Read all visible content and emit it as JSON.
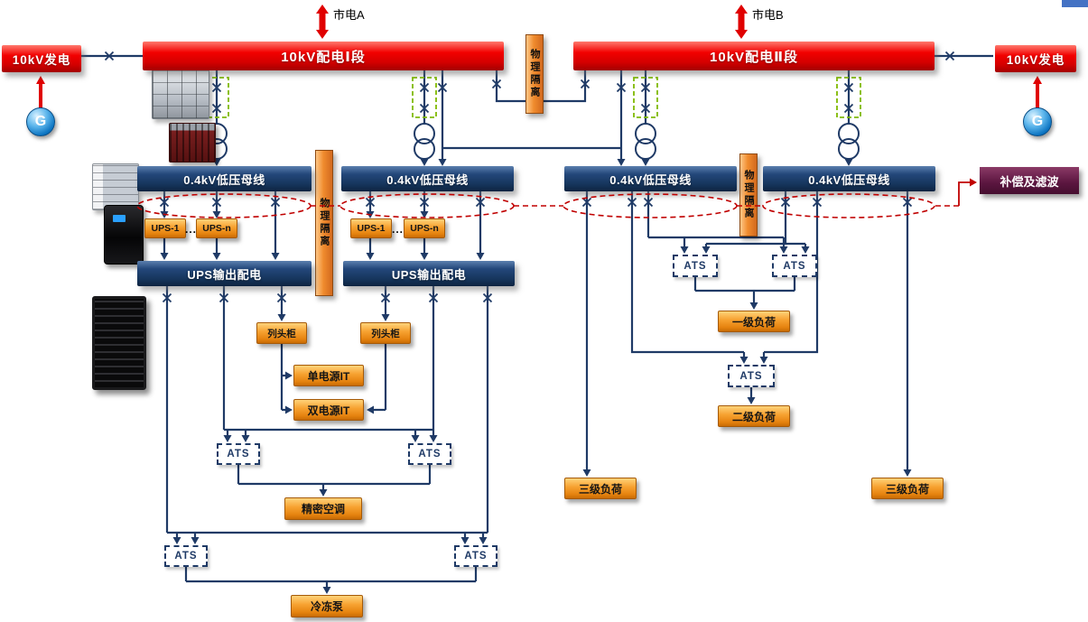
{
  "colors": {
    "red_bar": "#e00000",
    "navy_line": "#1f3a66",
    "orange_box": "#f08c2e",
    "maroon_box": "#5c1640",
    "redundancy_line": "#c00000",
    "generator_blue": "#0a72c0"
  },
  "header": {
    "utility_a": "市电A",
    "utility_b": "市电B",
    "generation_label": "10kV发电",
    "section_1": "10kV配电Ⅰ段",
    "section_2": "10kV配电Ⅱ段",
    "generator_symbol": "G"
  },
  "isolation_label": "物理隔离",
  "busbar_label": "0.4kV低压母线",
  "compensation_label": "补偿及滤波",
  "ups": {
    "ups_1": "UPS-1",
    "ups_n": "UPS-n",
    "ellipsis": "...",
    "output_label": "UPS输出配电"
  },
  "distribution": {
    "row_cabinet": "列头柜",
    "single_source_it": "单电源IT",
    "dual_source_it": "双电源IT",
    "ats": "ATS",
    "precision_ac": "精密空调",
    "chiller_pump": "冷冻泵"
  },
  "loads": {
    "level_1": "一级负荷",
    "level_2": "二级负荷",
    "level_3": "三级负荷"
  }
}
